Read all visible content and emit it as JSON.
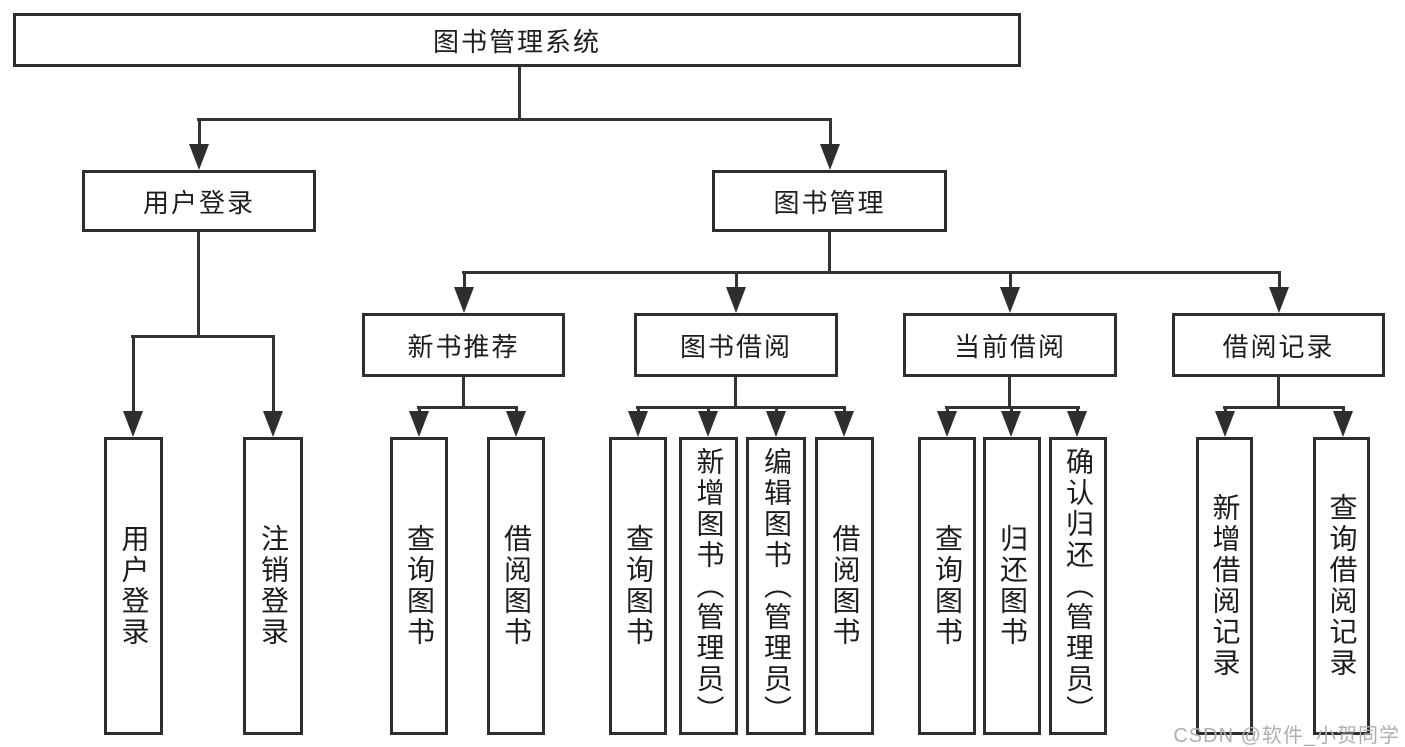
{
  "diagram": {
    "root": "图书管理系统",
    "level2": [
      {
        "label": "用户登录",
        "children": [
          {
            "label": "用户登录"
          },
          {
            "label": "注销登录"
          }
        ]
      },
      {
        "label": "图书管理",
        "children": [
          {
            "label": "新书推荐",
            "children": [
              {
                "label": "查询图书"
              },
              {
                "label": "借阅图书"
              }
            ]
          },
          {
            "label": "图书借阅",
            "children": [
              {
                "label": "查询图书"
              },
              {
                "label": "新增图书（管理员）"
              },
              {
                "label": "编辑图书（管理员）"
              },
              {
                "label": "借阅图书"
              }
            ]
          },
          {
            "label": "当前借阅",
            "children": [
              {
                "label": "查询图书"
              },
              {
                "label": "归还图书"
              },
              {
                "label": "确认归还（管理员）"
              }
            ]
          },
          {
            "label": "借阅记录",
            "children": [
              {
                "label": "新增借阅记录"
              },
              {
                "label": "查询借阅记录"
              }
            ]
          }
        ]
      }
    ]
  },
  "watermark": {
    "text": "CSDN @软件_小贺同学"
  },
  "colors": {
    "line": "#333333",
    "border": "#2e2e2e",
    "text": "#1d1d1f",
    "watermark": "#aeaeb4",
    "background": "#ffffff"
  }
}
